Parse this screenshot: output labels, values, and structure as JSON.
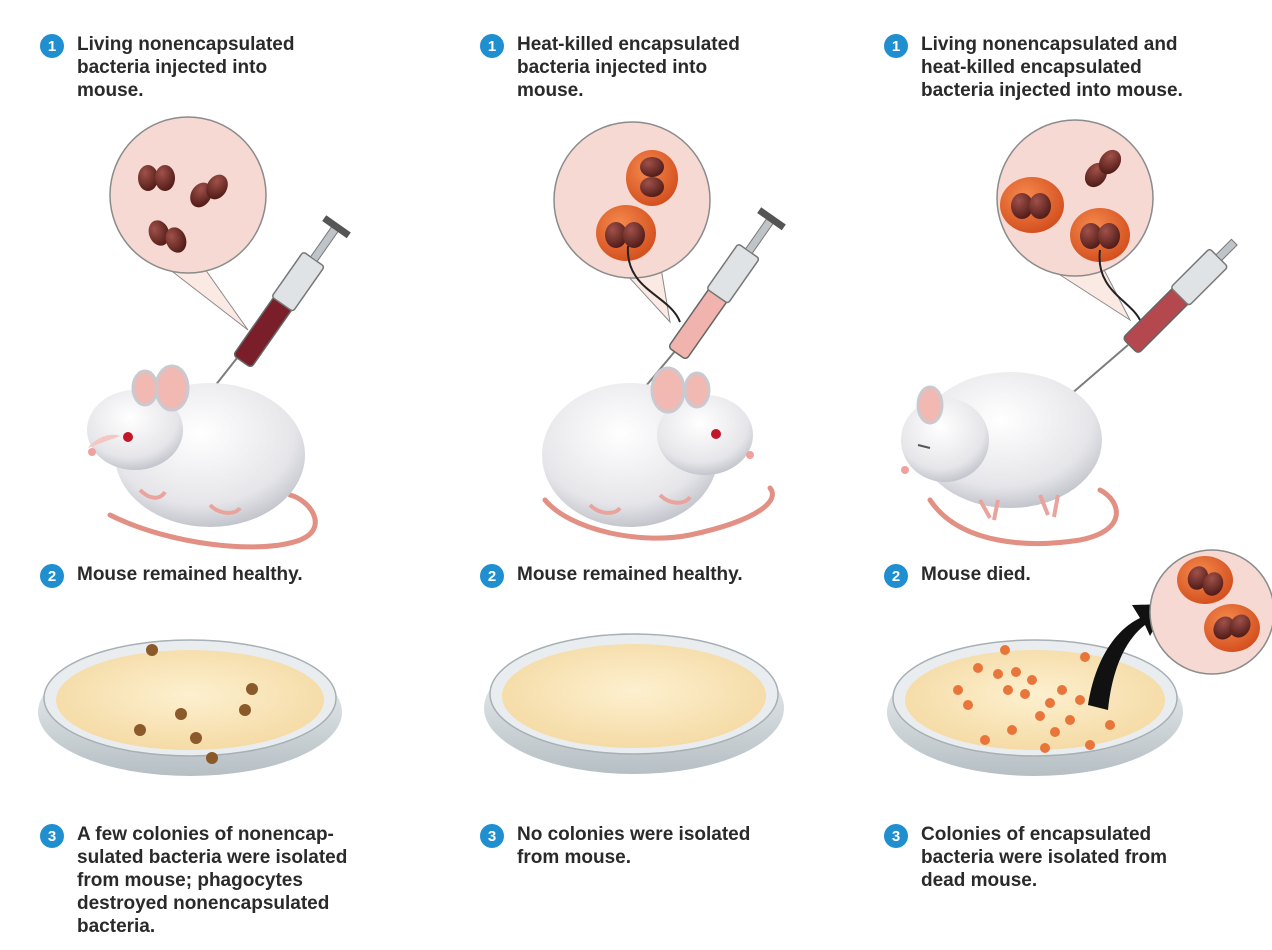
{
  "panels": [
    {
      "step1_num": "1",
      "step1_text": "Living nonencapsulated\nbacteria injected into\nmouse.",
      "step2_num": "2",
      "step2_text": "Mouse remained healthy.",
      "step3_num": "3",
      "step3_text": "A few colonies of nonencap-\nsulated bacteria were isolated\nfrom mouse; phagocytes\ndestroyed nonencapsulated\nbacteria."
    },
    {
      "step1_num": "1",
      "step1_text": "Heat-killed encapsulated\nbacteria injected into\nmouse.",
      "step2_num": "2",
      "step2_text": "Mouse remained healthy.",
      "step3_num": "3",
      "step3_text": "No colonies were isolated\nfrom mouse."
    },
    {
      "step1_num": "1",
      "step1_text": "Living nonencapsulated and\nheat-killed encapsulated\nbacteria injected into mouse.",
      "step2_num": "2",
      "step2_text": "Mouse died.",
      "step3_num": "3",
      "step3_text": "Colonies of encapsulated\nbacteria were isolated from\ndead mouse."
    }
  ],
  "colors": {
    "step_badge": "#1f8fd0",
    "bacteria": "#6b2a24",
    "capsule": "#e0622c",
    "agar": "#f8e2b2",
    "magnifier": "#f5d9d2"
  }
}
